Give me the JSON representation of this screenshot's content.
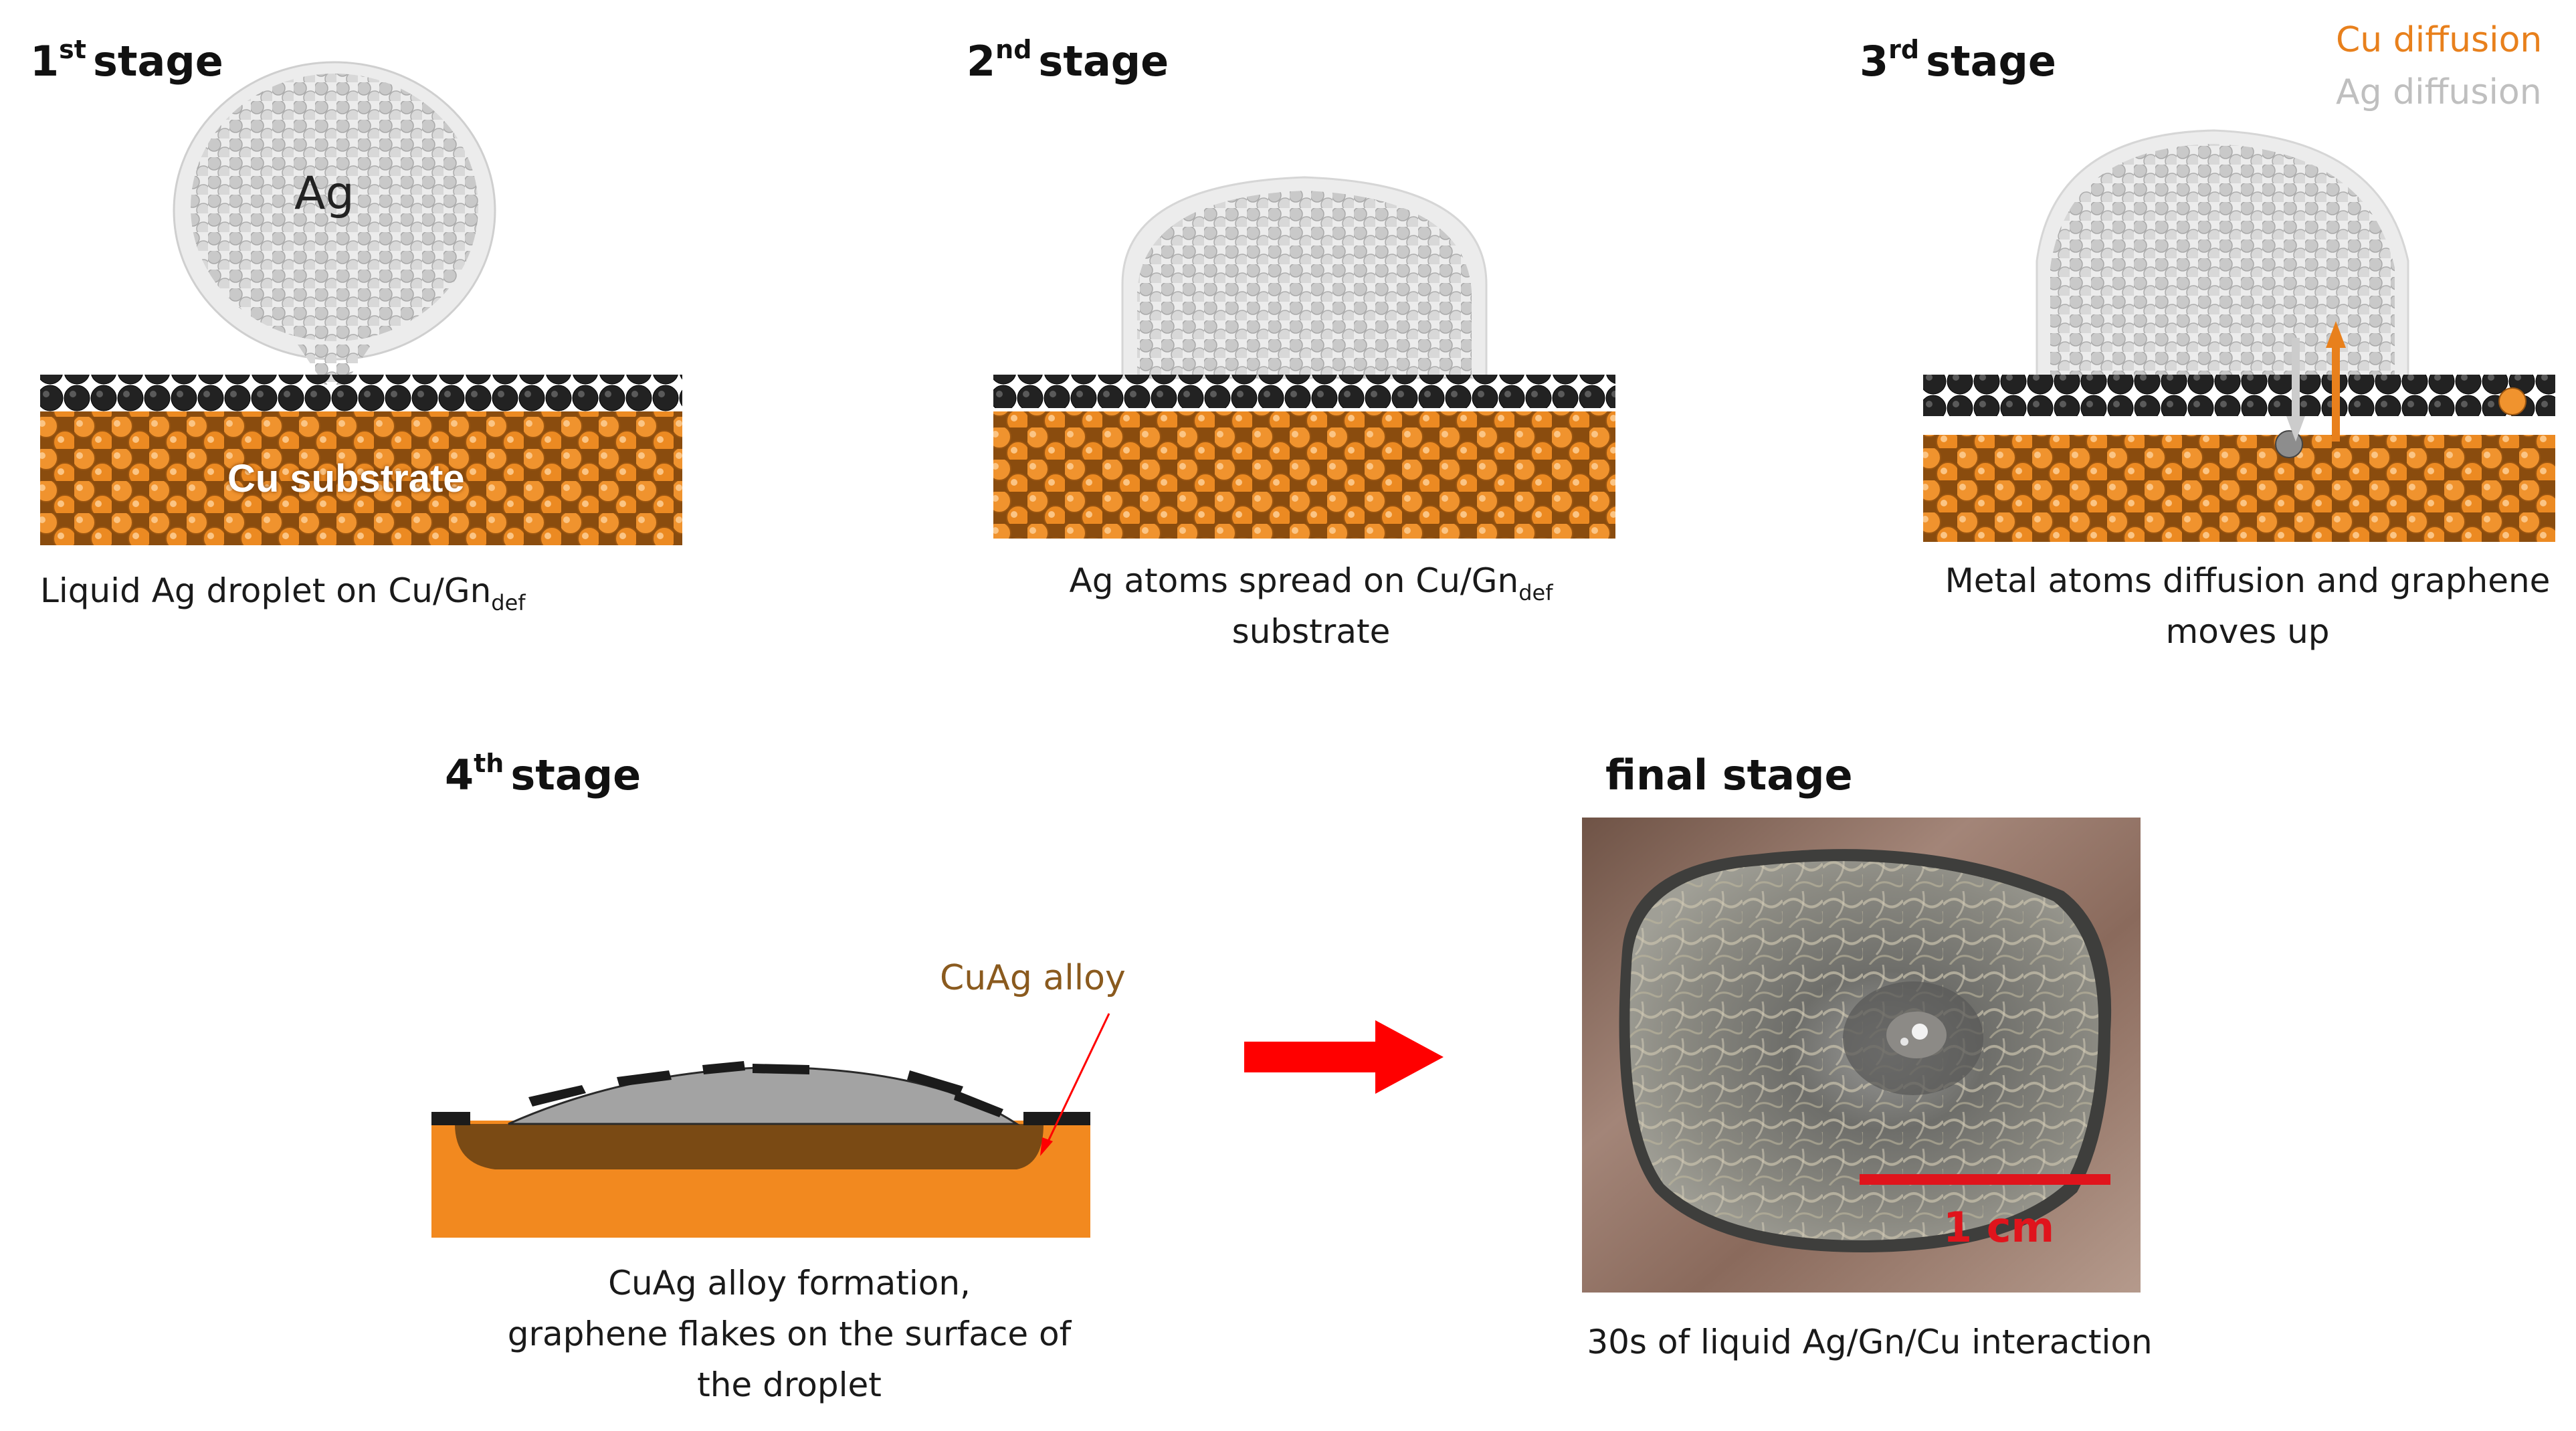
{
  "stages": [
    {
      "ordinal": "1",
      "suffix": "st",
      "word": "stage",
      "caption": "Liquid Ag droplet on Cu/Gn",
      "caption_sub": "def",
      "droplet_label": "Ag",
      "substrate_label": "Cu substrate"
    },
    {
      "ordinal": "2",
      "suffix": "nd",
      "word": "stage",
      "caption_line1": "Ag atoms spread on Cu/Gn",
      "caption_sub": "def",
      "caption_line2": "substrate"
    },
    {
      "ordinal": "3",
      "suffix": "rd",
      "word": "stage",
      "caption_line1": "Metal atoms diffusion and graphene",
      "caption_line2": "moves up"
    },
    {
      "ordinal": "4",
      "suffix": "th",
      "word": "stage",
      "caption_line1": "CuAg alloy formation,",
      "caption_line2": "graphene flakes on the surface of",
      "caption_line3": "the droplet",
      "alloy_label": "CuAg alloy"
    },
    {
      "title": "final stage",
      "caption": "30s of liquid Ag/Gn/Cu interaction",
      "scale_label": "1 cm"
    }
  ],
  "legend": {
    "cu": "Cu diffusion",
    "ag": "Ag diffusion"
  },
  "colors": {
    "cu_orange": "#e8801c",
    "ag_grey": "#bfbfbf",
    "graphene_black": "#1b1b1b",
    "alloy_brown": "#7a4a14",
    "alloy_label": "#8a5a1e",
    "arrow_red": "#ff0000",
    "scale_red": "#e0141c"
  }
}
